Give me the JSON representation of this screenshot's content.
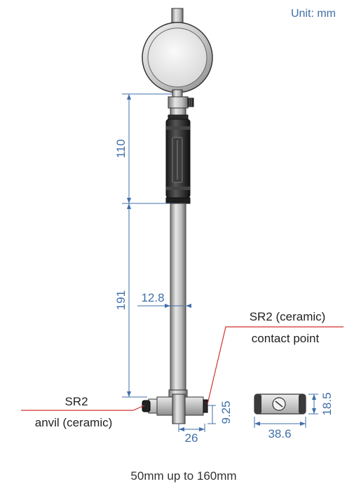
{
  "unit_label": "Unit: mm",
  "dimensions": {
    "upper_length": "110",
    "lower_length": "191",
    "rod_diameter": "12.8",
    "head_width": "26",
    "contact_offset": "9.25",
    "anvil_width": "38.6",
    "anvil_height": "18.5"
  },
  "callouts": {
    "contact_line1": "SR2 (ceramic)",
    "contact_line2": "contact point",
    "anvil_line1": "SR2",
    "anvil_line2": "anvil (ceramic)"
  },
  "caption": "50mm up to 160mm",
  "colors": {
    "dimension": "#3f6fa8",
    "leader": "#d0312d",
    "outline": "#222222"
  }
}
